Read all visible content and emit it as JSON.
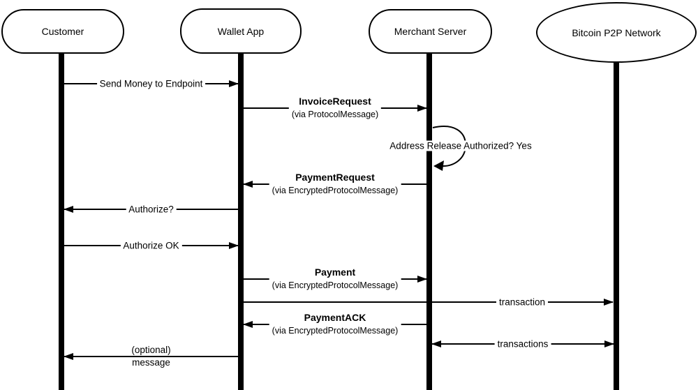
{
  "diagram": {
    "type": "uml-sequence",
    "colors": {
      "stroke": "#000000",
      "fill": "#ffffff"
    }
  },
  "actors": [
    {
      "name": "Customer"
    },
    {
      "name": "Wallet App"
    },
    {
      "name": "Merchant Server"
    },
    {
      "name": "Bitcoin P2P Network"
    }
  ],
  "messages": [
    {
      "label": "Send Money to Endpoint",
      "from": "Customer",
      "to": "Wallet App"
    },
    {
      "name": "InvoiceRequest",
      "via": "(via ProtocolMessage)",
      "from": "Wallet App",
      "to": "Merchant Server"
    },
    {
      "label": "Address Release Authorized? Yes",
      "from": "Merchant Server",
      "to": "Merchant Server",
      "type": "self-loop"
    },
    {
      "name": "PaymentRequest",
      "via": "(via EncryptedProtocolMessage)",
      "from": "Merchant Server",
      "to": "Wallet App"
    },
    {
      "label": "Authorize?",
      "from": "Wallet App",
      "to": "Customer"
    },
    {
      "label": "Authorize OK",
      "from": "Customer",
      "to": "Wallet App"
    },
    {
      "name": "Payment",
      "via": "(via EncryptedProtocolMessage)",
      "from": "Wallet App",
      "to": "Merchant Server"
    },
    {
      "label": "transaction",
      "from": "Wallet App",
      "to": "Bitcoin P2P Network"
    },
    {
      "name": "PaymentACK",
      "via": "(via EncryptedProtocolMessage)",
      "from": "Merchant Server",
      "to": "Wallet App"
    },
    {
      "label": "transactions",
      "from": "Merchant Server",
      "to": "Bitcoin P2P Network",
      "bidirectional": true
    },
    {
      "label_line1": "(optional)",
      "label_line2": "message",
      "from": "Wallet App",
      "to": "Customer"
    }
  ]
}
